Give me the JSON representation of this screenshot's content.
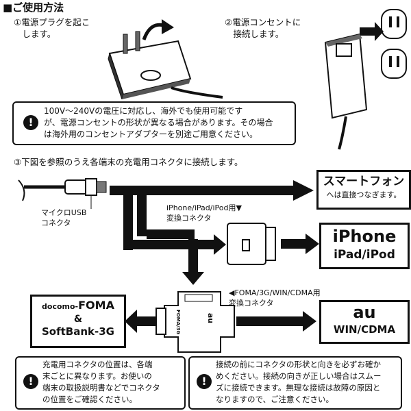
{
  "section_title": "■ご使用方法",
  "steps": {
    "step1": "①電源プラグを起こ\n　します。",
    "step2": "②電源コンセントに\n　接続します。",
    "step3": "③下図を参照のうえ各端末の充電用コネクタに接続します。"
  },
  "notes": {
    "top": "100V～240Vの電圧に対応し、海外でも使用可能です\nが、電源コンセントの形状が異なる場合があります。その場合\nは海外用のコンセントアダプターを別途ご用意ください。",
    "bottom_left": "充電用コネクタの位置は、各端\n末ごとに異なります。お使いの\n端末の取扱説明書などでコネクタ\nの位置をご確認ください。",
    "bottom_right": "接続の前にコネクタの形状と向きを必ずお確か\nめください。接続の向きが正しい場合はスムー\nズに接続できます。無理な接続は故障の原因と\nなりますので、ご注意ください。"
  },
  "labels": {
    "micro_usb": "マイクロUSB\nコネクタ",
    "iphone_adapter": "iPhone/iPad/iPod用▼\n変換コネクタ",
    "foma_adapter": "◀FOMA/3G/WIN/CDMA用\n変換コネクタ",
    "adapter_side_label": "FOMA/3G",
    "adapter_au": "au"
  },
  "targets": {
    "smartphone_title": "スマートフォン",
    "smartphone_sub": "へは直接つなぎます。",
    "iphone_title": "iPhone",
    "iphone_sub": "iPad/iPod",
    "au_title": "au",
    "au_sub": "WIN/CDMA",
    "docomo_line1a": "docomo-",
    "docomo_line1b": "FOMA",
    "docomo_line2": "&",
    "docomo_line3": "SoftBank-3G"
  },
  "warning_symbol": "!"
}
